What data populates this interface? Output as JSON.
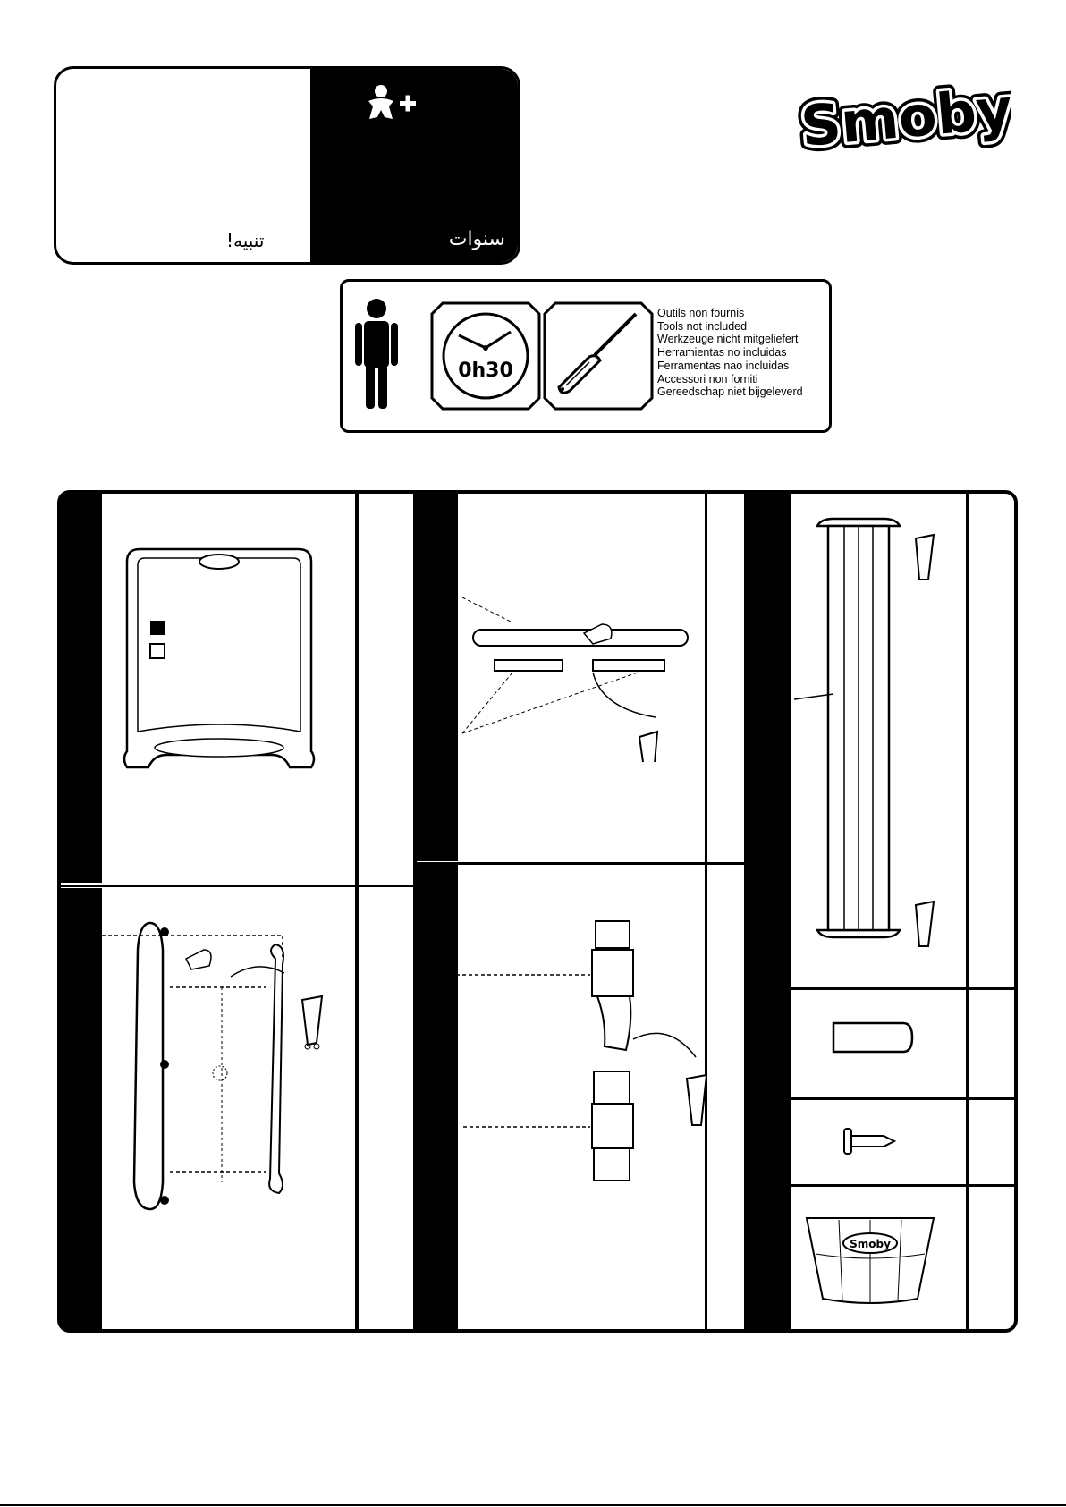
{
  "warning": {
    "arabic_warning": "تنبيه!",
    "arabic_years": "سنوات",
    "icon": "child-plus-icon"
  },
  "brand": {
    "logo_text": "Smoby"
  },
  "info": {
    "assembly_time": "0h30",
    "tools_not_included": [
      "Outils non  fournis",
      "Tools not included",
      "Werkzeuge nicht mitgeliefert",
      "Herramientas no incluidas",
      "Ferramentas nao incluidas",
      "Accessori non forniti",
      "Gereedschap niet bijgeleverd"
    ]
  },
  "basket": {
    "logo_text": "Smoby"
  }
}
